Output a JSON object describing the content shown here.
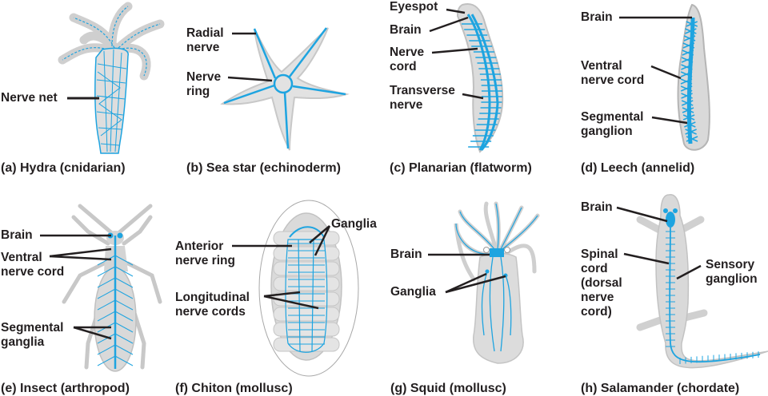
{
  "colors": {
    "nerve": "#1ea4e0",
    "body": "#dcdcdc",
    "body_edge": "#b0b0b0",
    "text": "#231f20",
    "leader": "#231f20"
  },
  "panels": [
    {
      "id": "a",
      "caption": "(a) Hydra (cnidarian)",
      "labels": [
        "Nerve net"
      ]
    },
    {
      "id": "b",
      "caption": "(b) Sea star (echinoderm)",
      "labels": [
        "Radial\nnerve",
        "Nerve\nring"
      ]
    },
    {
      "id": "c",
      "caption": "(c) Planarian (flatworm)",
      "labels": [
        "Eyespot",
        "Brain",
        "Nerve\ncord",
        "Transverse\nnerve"
      ]
    },
    {
      "id": "d",
      "caption": "(d) Leech (annelid)",
      "labels": [
        "Brain",
        "Ventral\nnerve cord",
        "Segmental\nganglion"
      ]
    },
    {
      "id": "e",
      "caption": "(e) Insect (arthropod)",
      "labels": [
        "Brain",
        "Ventral\nnerve cord",
        "Segmental\nganglia"
      ]
    },
    {
      "id": "f",
      "caption": "(f) Chiton (mollusc)",
      "labels": [
        "Ganglia",
        "Anterior\nnerve ring",
        "Longitudinal\nnerve cords"
      ]
    },
    {
      "id": "g",
      "caption": "(g) Squid (mollusc)",
      "labels": [
        "Brain",
        "Ganglia"
      ]
    },
    {
      "id": "h",
      "caption": "(h) Salamander (chordate)",
      "labels": [
        "Brain",
        "Spinal\ncord\n(dorsal\nnerve\ncord)",
        "Sensory\nganglion"
      ]
    }
  ]
}
